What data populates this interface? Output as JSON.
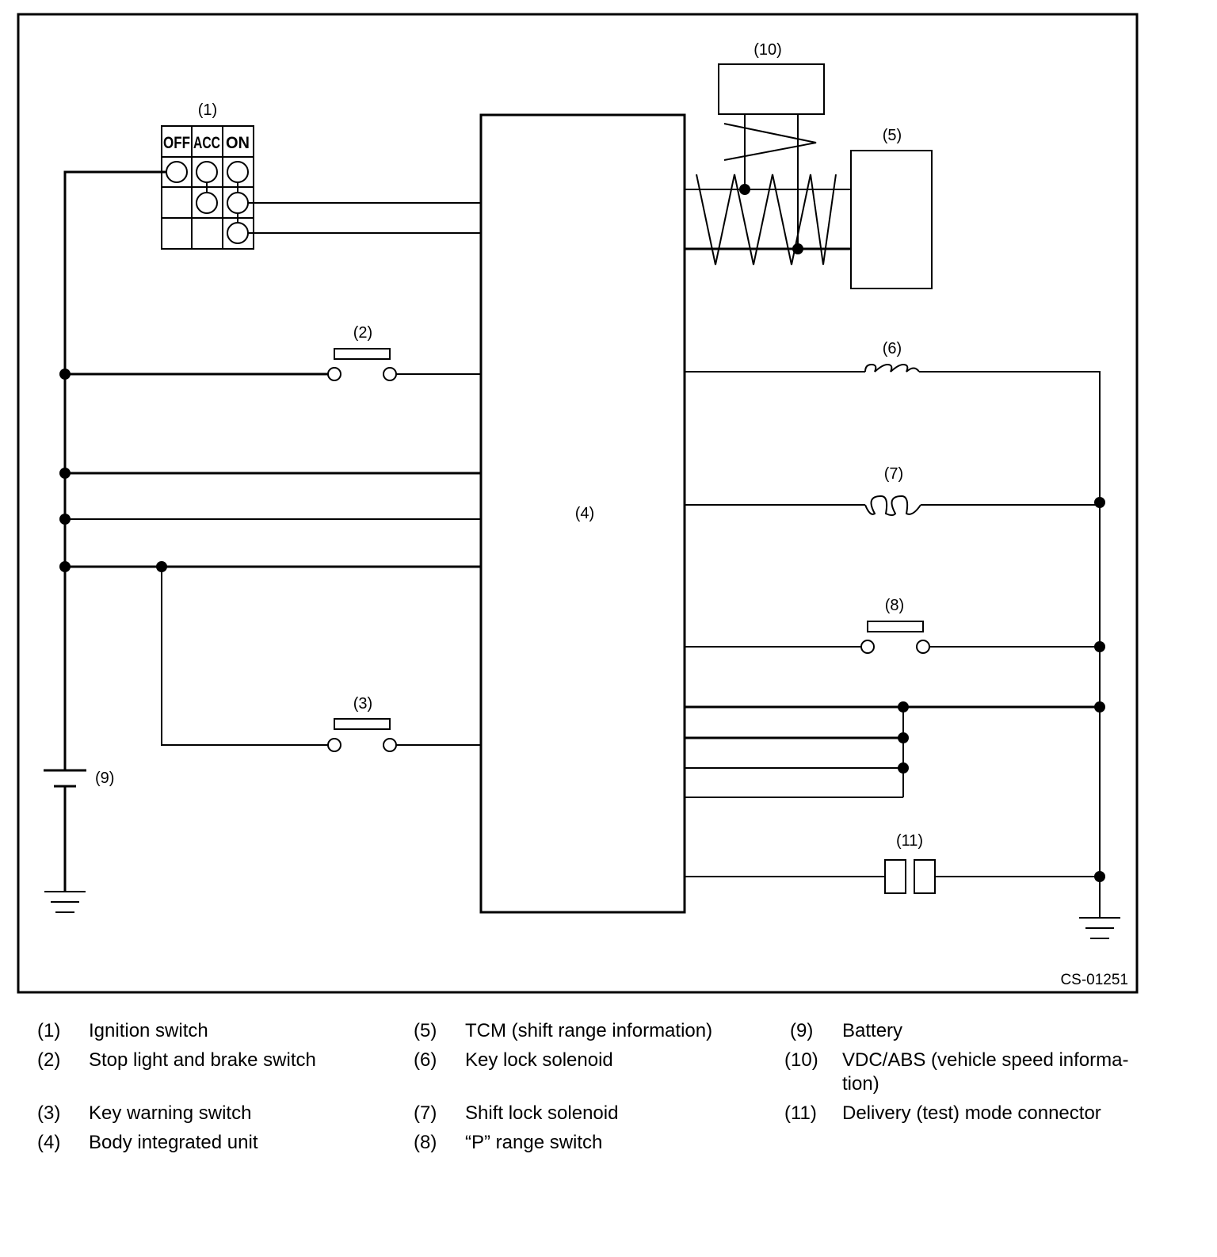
{
  "figure_id": "CS-01251",
  "switch_positions": [
    "OFF",
    "ACC",
    "ON"
  ],
  "component_numbers": {
    "n1": "(1)",
    "n2": "(2)",
    "n3": "(3)",
    "n4": "(4)",
    "n5": "(5)",
    "n6": "(6)",
    "n7": "(7)",
    "n8": "(8)",
    "n9": "(9)",
    "n10": "(10)",
    "n11": "(11)"
  },
  "legend": [
    {
      "num": "(1)",
      "text": "Ignition switch"
    },
    {
      "num": "(2)",
      "text": "Stop light and brake switch"
    },
    {
      "num": "(3)",
      "text": "Key warning switch"
    },
    {
      "num": "(4)",
      "text": "Body integrated unit"
    },
    {
      "num": "(5)",
      "text": "TCM (shift range information)"
    },
    {
      "num": "(6)",
      "text": "Key lock solenoid"
    },
    {
      "num": "(7)",
      "text": "Shift lock solenoid"
    },
    {
      "num": "(8)",
      "text": "“P” range switch"
    },
    {
      "num": "(9)",
      "text": "Battery"
    },
    {
      "num": "(10)",
      "text": "VDC/ABS (vehicle speed informa-",
      "text2": "tion)"
    },
    {
      "num": "(11)",
      "text": "Delivery (test) mode connector"
    }
  ]
}
